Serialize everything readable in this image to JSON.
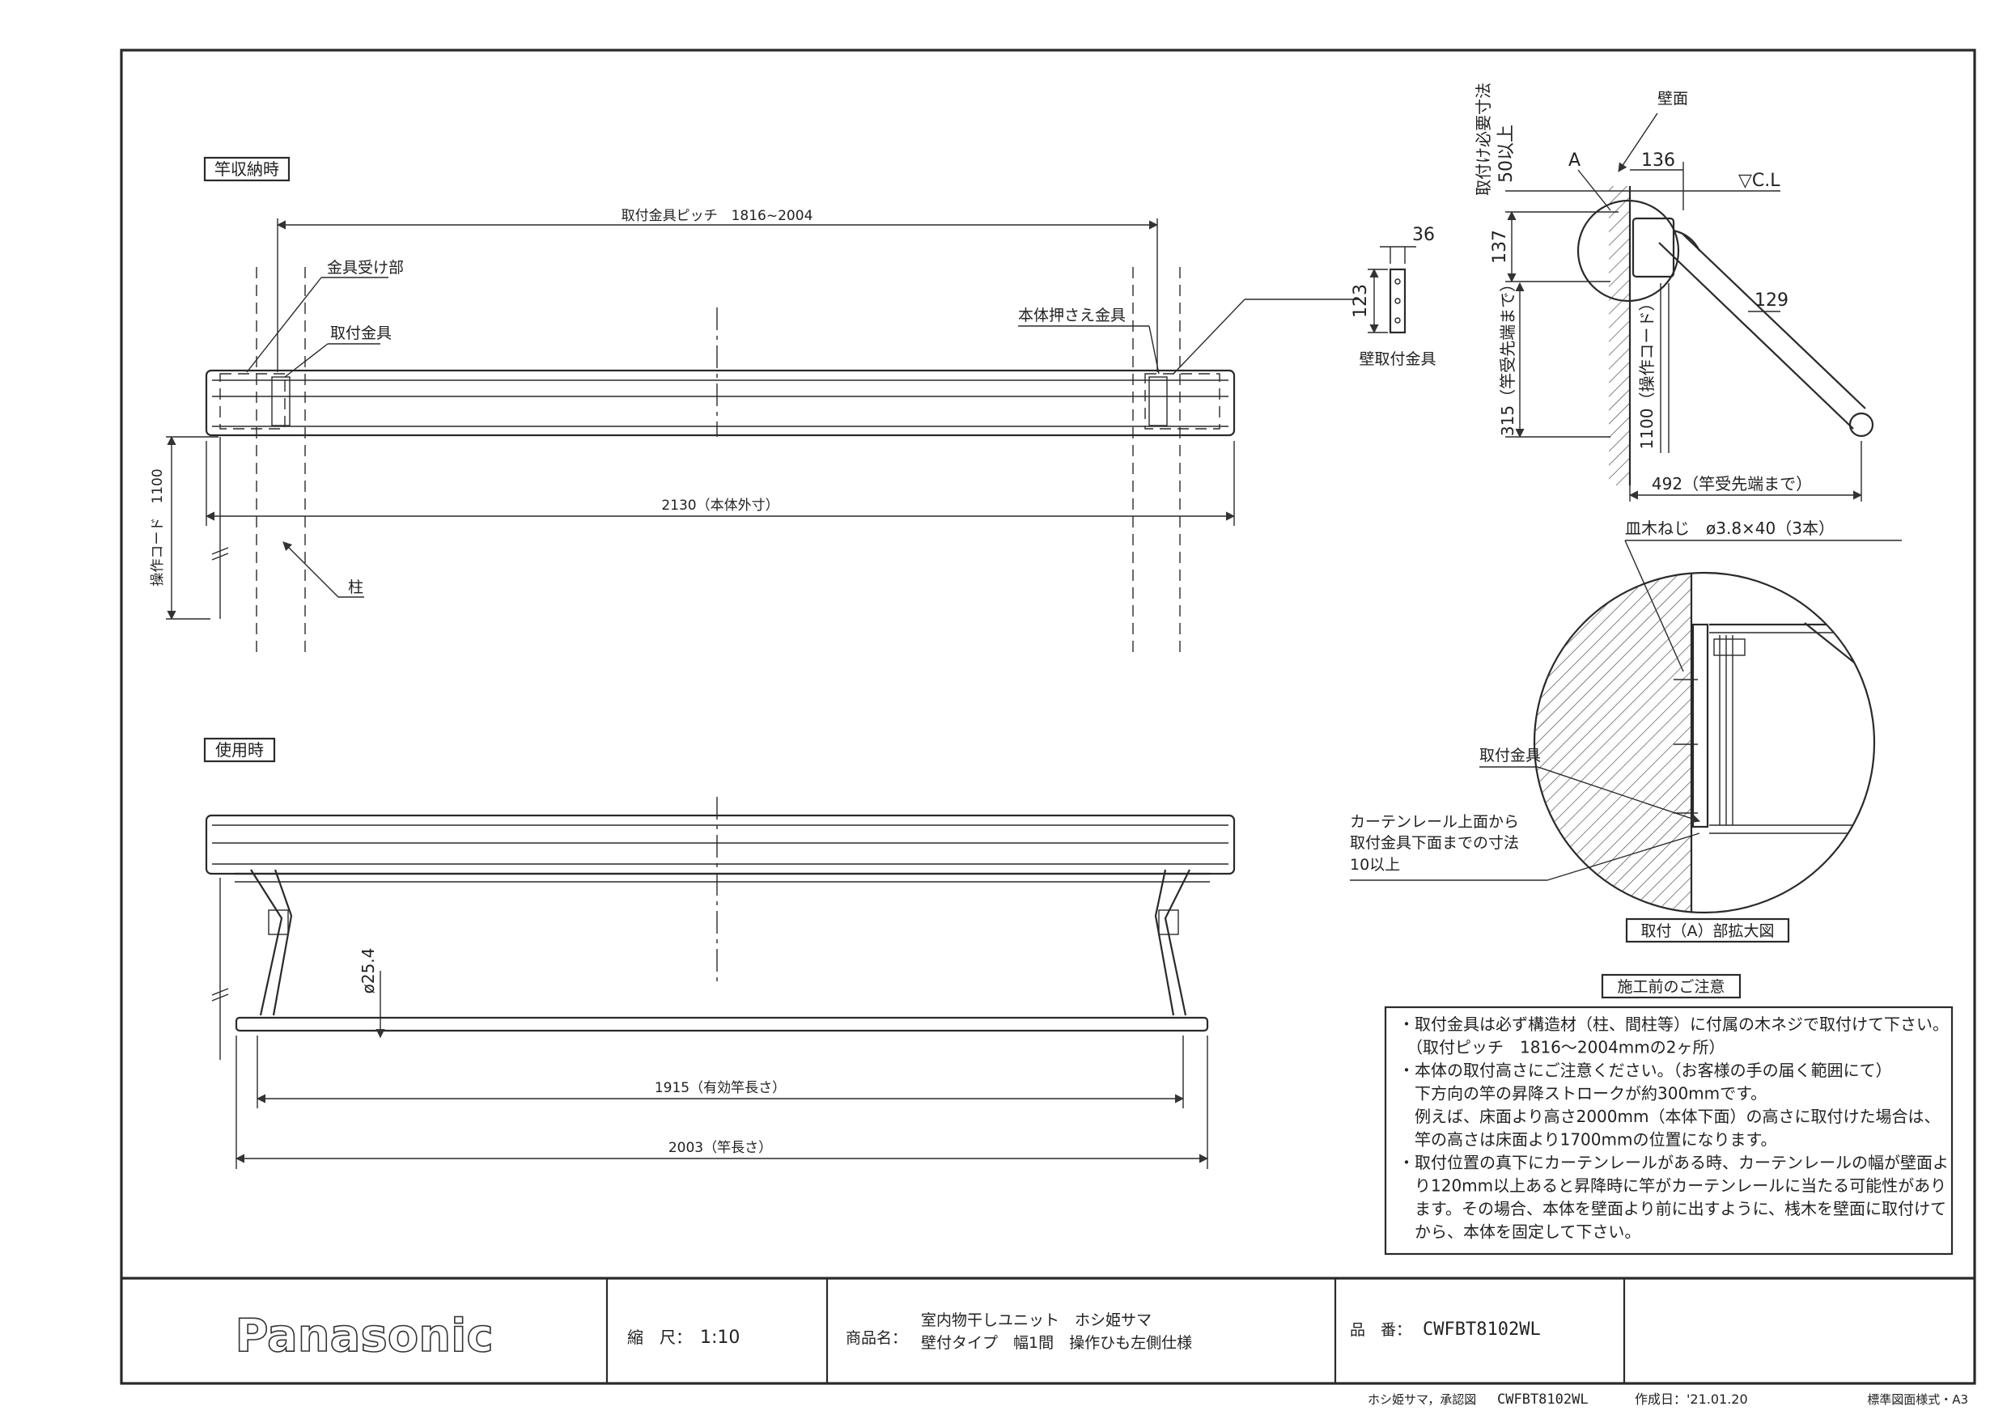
{
  "views": {
    "stored": {
      "label": "竿収納時",
      "pitch_dim": "取付金具ピッチ　1816~2004",
      "bracket_receiver": "金具受け部",
      "bracket": "取付金具",
      "body_retainer": "本体押さえ金具",
      "outer_dim": "2130（本体外寸）",
      "cord_dim": "操作コード　1100",
      "pillar": "柱"
    },
    "in_use": {
      "label": "使用時",
      "pole_diameter": "ø25.4",
      "effective_length": "1915（有効竿長さ）",
      "pole_length": "2003（竿長さ）"
    }
  },
  "wall_bracket": {
    "label": "壁取付金具",
    "dim_width": "36",
    "dim_height": "123"
  },
  "side_view": {
    "wall_surface": "壁面",
    "clearance": "取付け必要寸法",
    "clearance_value": "50以上",
    "point_a": "A",
    "dim_136": "136",
    "ceiling_line": "▽C.L",
    "dim_137": "137",
    "dim_129": "129",
    "dim_315": "315（竿受先端まで）",
    "dim_1100": "1100（操作コード）",
    "dim_492": "492（竿受先端まで）"
  },
  "detail": {
    "screw": "皿木ねじ　ø3.8×40（3本）",
    "bracket": "取付金具",
    "curtain_note_1": "カーテンレール上面から",
    "curtain_note_2": "取付金具下面までの寸法",
    "curtain_note_3": "10以上",
    "caption": "取付（A）部拡大図"
  },
  "notes": {
    "title": "施工前のご注意",
    "lines": [
      "・取付金具は必ず構造材（柱、間柱等）に付属の木ネジで取付けて下さい。",
      "　（取付ピッチ　1816～2004mmの2ヶ所）",
      "・本体の取付高さにご注意ください。（お客様の手の届く範囲にて）",
      "　下方向の竿の昇降ストロークが約300mmです。",
      "　例えば、床面より高さ2000mm（本体下面）の高さに取付けた場合は、",
      "　竿の高さは床面より1700mmの位置になります。",
      "・取付位置の真下にカーテンレールがある時、カーテンレールの幅が壁面よ",
      "　り120mm以上あると昇降時に竿がカーテンレールに当たる可能性があり",
      "　ます。その場合、本体を壁面より前に出すように、桟木を壁面に取付けて",
      "　から、本体を固定して下さい。"
    ]
  },
  "title_block": {
    "logo": "Panasonic",
    "scale_label": "縮　尺：",
    "scale_value": "1:10",
    "product_label": "商品名：",
    "product_line1": "室内物干しユニット　ホシ姫サマ",
    "product_line2": "壁付タイプ　幅1間　操作ひも左側仕様",
    "part_label": "品　番：",
    "part_value": "CWFBT8102WL"
  },
  "footer": {
    "doc": "ホシ姫サマ，承認図",
    "part": "CWFBT8102WL",
    "date": "作成日：'21.01.20",
    "standard": "標準図面様式・A3"
  }
}
